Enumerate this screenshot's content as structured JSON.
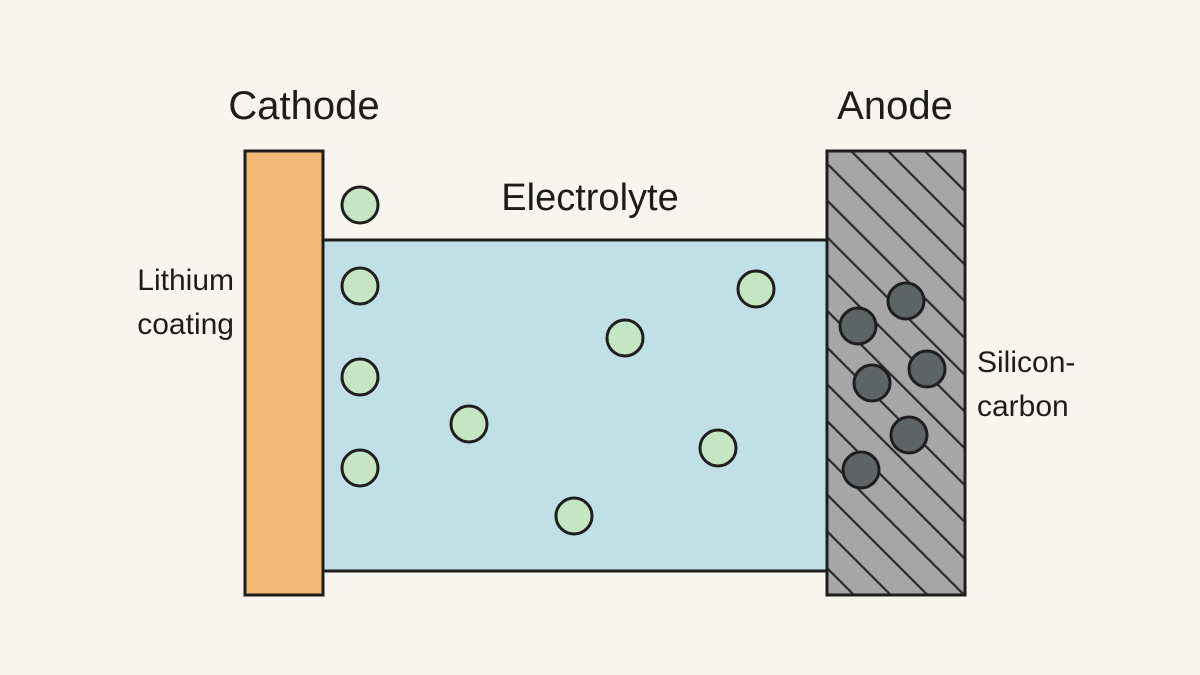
{
  "labels": {
    "cathode": "Cathode",
    "anode": "Anode",
    "electrolyte": "Electrolyte",
    "cathode_coating_line1": "Lithium",
    "cathode_coating_line2": "coating",
    "anode_material_line1": "Silicon-",
    "anode_material_line2": "carbon"
  },
  "colors": {
    "background": "#f8f5f0",
    "cathode_fill": "#f1b978",
    "electrolyte_fill": "#c1dfe6",
    "anode_fill": "#a6a6a6",
    "anode_hatch": "#2b2b2b",
    "lithium_ion_fill": "#c5e6c2",
    "anode_particle_fill": "#5e6366",
    "outline": "#1e1e1e"
  },
  "icons": {
    "lithium_ion": "circle",
    "anode_particle": "circle"
  }
}
